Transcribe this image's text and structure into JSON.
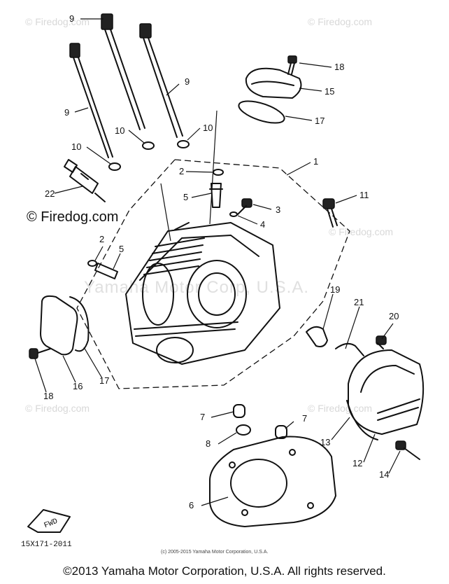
{
  "watermark_small": "© Firedog.com",
  "watermark_large": "© Firedog.com",
  "watermark_center": "Yamaha Motor Corp, U.S.A.",
  "diagram_code": "15X171-2011",
  "copyright_small": "(c) 2005-2015 Yamaha Motor Corporation, U.S.A.",
  "footer_text": "©2013 Yamaha Motor Corporation, U.S.A. All rights reserved.",
  "fwd_label": "FWD",
  "callouts": {
    "c1": "1",
    "c2a": "2",
    "c2b": "2",
    "c3": "3",
    "c4": "4",
    "c5a": "5",
    "c5b": "5",
    "c6": "6",
    "c7a": "7",
    "c7b": "7",
    "c8": "8",
    "c9a": "9",
    "c9b": "9",
    "c9c": "9",
    "c10a": "10",
    "c10b": "10",
    "c10c": "10",
    "c11": "11",
    "c12": "12",
    "c13": "13",
    "c14": "14",
    "c15": "15",
    "c16": "16",
    "c17a": "17",
    "c17b": "17",
    "c18a": "18",
    "c18b": "18",
    "c19": "19",
    "c20": "20",
    "c21": "21",
    "c22": "22"
  }
}
